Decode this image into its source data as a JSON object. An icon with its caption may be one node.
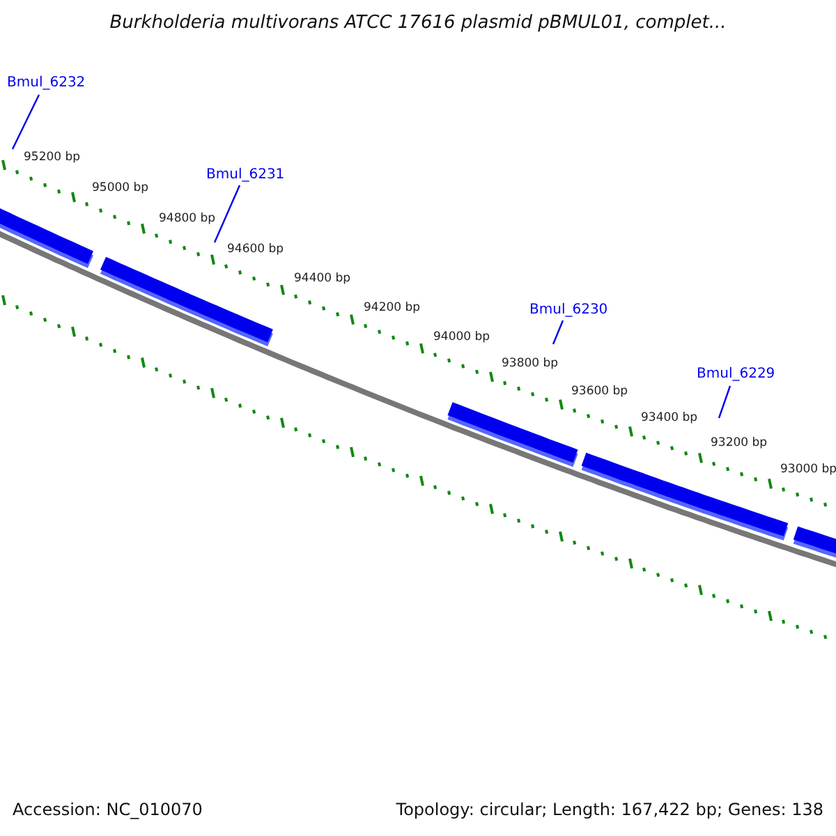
{
  "diagram": {
    "title": "Burkholderia multivorans ATCC 17616 plasmid pBMUL01, complet...",
    "nodes": [
      {
        "text": [
          "Bmul_6232"
        ]
      },
      {
        "text": [
          "Bmul_6231"
        ]
      },
      {
        "text": [
          "Bmul_6230"
        ]
      },
      {
        "text": [
          "Bmul_6229"
        ]
      }
    ],
    "edges": [
      {
        "from": 0,
        "to": null,
        "arrow": "none"
      },
      {
        "from": 1,
        "to": null,
        "arrow": "none"
      },
      {
        "from": 2,
        "to": null,
        "arrow": "none"
      },
      {
        "from": 3,
        "to": null,
        "arrow": "none"
      }
    ],
    "labels": [
      "95200 bp",
      "95000 bp",
      "94800 bp",
      "94600 bp",
      "94400 bp",
      "94200 bp",
      "94000 bp",
      "93800 bp",
      "93600 bp",
      "93400 bp",
      "93200 bp",
      "93000 bp",
      "Accession: NC_010070",
      "Topology: circular; Length: 167,422 bp; Genes: 138"
    ]
  }
}
